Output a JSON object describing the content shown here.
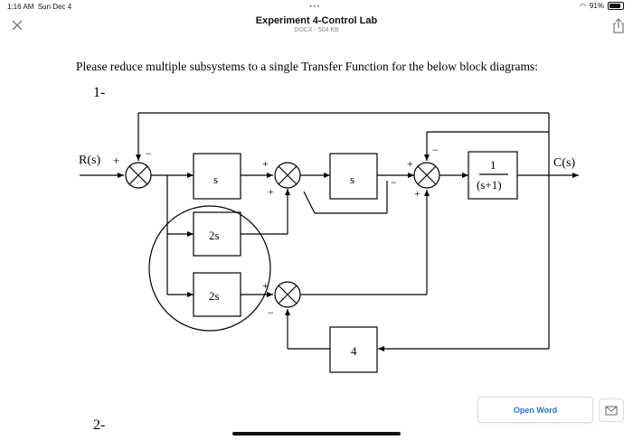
{
  "status_bar": {
    "time": "1:16 AM",
    "date": "Sun Dec 4",
    "battery": "91%"
  },
  "header": {
    "title": "Experiment 4-Control Lab",
    "subtitle": "DOCX - 504 KB"
  },
  "document": {
    "instruction": "Please reduce multiple subsystems to a single Transfer Function for the below block diagrams:",
    "problem1_label": "1-",
    "problem2_label": "2-",
    "diagram": {
      "input": "R(s)",
      "output": "C(s)",
      "block_s1": "s",
      "block_s2": "s",
      "block_2s_top": "2s",
      "block_2s_bottom": "2s",
      "block_4": "4",
      "tf_num": "1",
      "tf_den": "(s+1)",
      "sign_plus": "+",
      "sign_minus": "−"
    }
  },
  "footer": {
    "open_word": "Open Word"
  }
}
